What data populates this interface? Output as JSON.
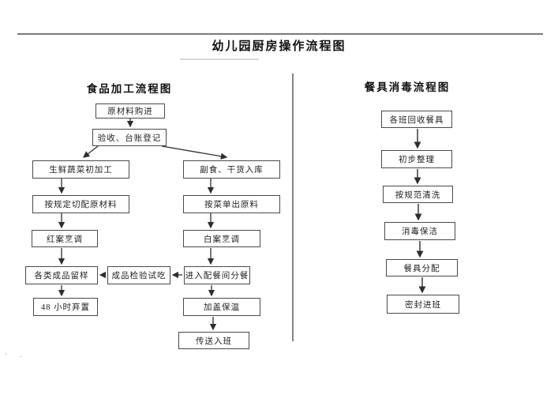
{
  "page": {
    "title": "幼儿园厨房操作流程图"
  },
  "food_chart": {
    "heading": "食品加工流程图",
    "nodes": [
      {
        "label": "原材料购进"
      },
      {
        "label": "验收、台账登记"
      },
      {
        "label": "生鲜蔬菜初加工"
      },
      {
        "label": "副食、干货入库"
      },
      {
        "label": "按规定切配原材料"
      },
      {
        "label": "按菜单出原料"
      },
      {
        "label": "红案烹调"
      },
      {
        "label": "白案烹调"
      },
      {
        "label": "各类成品留样"
      },
      {
        "label": "成品检验试吃"
      },
      {
        "label": "进入配餐间分餐"
      },
      {
        "label": "48 小时弃置"
      },
      {
        "label": "加盖保温"
      },
      {
        "label": "传送入班"
      }
    ]
  },
  "tableware_chart": {
    "heading": "餐具消毒流程图",
    "nodes": [
      {
        "label": "各班回收餐具"
      },
      {
        "label": "初步整理"
      },
      {
        "label": "按规范清洗"
      },
      {
        "label": "消毒保洁"
      },
      {
        "label": "餐具分配"
      },
      {
        "label": "密封进班"
      }
    ]
  },
  "artifacts": {
    "bottom_left_marks": "` ·"
  },
  "colors": {
    "line": "#4a4a4a",
    "arrow": "#2e2e2e",
    "text": "#1d1d1d",
    "background": "#ffffff"
  }
}
